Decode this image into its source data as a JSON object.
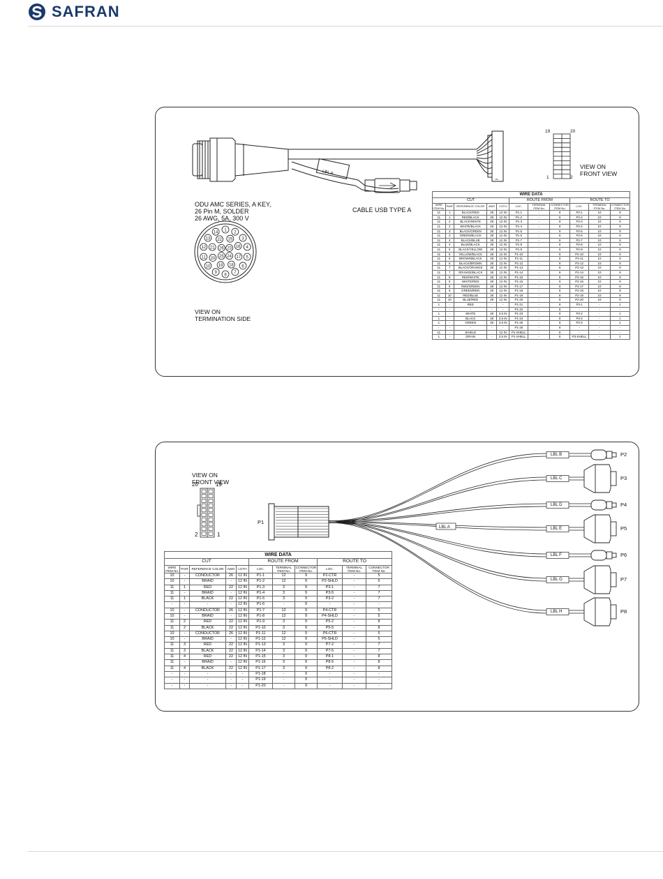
{
  "header": {
    "logo_text": "SAFRAN",
    "logo_icon": "safran-s-mark-icon",
    "brand_color": "#1b3a6b"
  },
  "diagram1": {
    "connector_desc": [
      "ODU AMC SERIES, A KEY,",
      "26 Pin M, SOLDER",
      "26 AWG, 5A, 300 V"
    ],
    "usb_label": "CABLE USB TYPE A",
    "view_termination": [
      "VIEW ON",
      "TERMINATION SIDE"
    ],
    "view_front": [
      "VIEW ON",
      "FRONT VIEW"
    ],
    "lbl_a": "LBL A",
    "pin_19": "19",
    "pin_20": "20",
    "pin_1": "1",
    "pin_2": "2",
    "odu_pins": [
      "1",
      "2",
      "3",
      "4",
      "5",
      "6",
      "7",
      "8",
      "9",
      "10",
      "11",
      "12",
      "13",
      "14",
      "15",
      "16",
      "17",
      "18",
      "19",
      "20",
      "21",
      "22",
      "23",
      "24",
      "25",
      "26"
    ],
    "table": {
      "title": "WIRE DATA",
      "groups": [
        "CUT",
        "ROUTE FROM",
        "ROUTE TO"
      ],
      "headers": [
        "WIRE ITEM No.",
        "PAIR",
        "REFERENCE COLOR",
        "AWG",
        "LGTH",
        "LOC.",
        "TERMINAL ITEM No.",
        "CONNECTOR ITEM No.",
        "LOC.",
        "TERMINAL ITEM No.",
        "CONNECTOR ITEM No."
      ],
      "rows": [
        [
          "11",
          "1",
          "BLACK/RED",
          "28",
          "12 IN",
          "P1-1",
          "-",
          "8",
          "P2-1",
          "10",
          "9"
        ],
        [
          "11",
          "1",
          "RED/BLACK",
          "28",
          "12 IN",
          "P1-2",
          "-",
          "8",
          "P2-2",
          "10",
          "9"
        ],
        [
          "11",
          "2",
          "BLACK/WHITE",
          "28",
          "12 IN",
          "P1-3",
          "-",
          "8",
          "P2-3",
          "10",
          "9"
        ],
        [
          "11",
          "2",
          "WHITE/BLACK",
          "28",
          "12 IN",
          "P1-4",
          "-",
          "8",
          "P2-4",
          "10",
          "9"
        ],
        [
          "11",
          "3",
          "BLACK/GREEN",
          "28",
          "12 IN",
          "P1-5",
          "-",
          "8",
          "P2-5",
          "10",
          "9"
        ],
        [
          "11",
          "3",
          "GREEN/BLACK",
          "28",
          "12 IN",
          "P1-6",
          "-",
          "8",
          "P2-6",
          "10",
          "9"
        ],
        [
          "11",
          "4",
          "BLACK/BLUE",
          "28",
          "12 IN",
          "P1-7",
          "-",
          "8",
          "P2-7",
          "10",
          "9"
        ],
        [
          "11",
          "4",
          "BLUE/BLACK",
          "28",
          "12 IN",
          "P1-8",
          "-",
          "8",
          "P2-8",
          "10",
          "9"
        ],
        [
          "11",
          "5",
          "BLACK/YELLOW",
          "28",
          "12 IN",
          "P1-9",
          "-",
          "8",
          "P2-9",
          "10",
          "9"
        ],
        [
          "11",
          "5",
          "YELLOW/BLACK",
          "28",
          "12 IN",
          "P1-10",
          "-",
          "8",
          "P2-10",
          "10",
          "9"
        ],
        [
          "11",
          "6",
          "BROWN/BLACK",
          "28",
          "12 IN",
          "P1-11",
          "-",
          "8",
          "P2-11",
          "10",
          "9"
        ],
        [
          "11",
          "6",
          "BLACK/BROWN",
          "28",
          "12 IN",
          "P1-12",
          "-",
          "8",
          "P2-12",
          "10",
          "9"
        ],
        [
          "11",
          "7",
          "BLACK/ORANGE",
          "28",
          "12 IN",
          "P1-13",
          "-",
          "8",
          "P2-13",
          "10",
          "9"
        ],
        [
          "11",
          "7",
          "ORANGE/BLACK",
          "28",
          "12 IN",
          "P1-14",
          "-",
          "8",
          "P2-14",
          "10",
          "9"
        ],
        [
          "11",
          "8",
          "RED/WHITE",
          "28",
          "12 IN",
          "P1-15",
          "-",
          "8",
          "P2-15",
          "10",
          "9"
        ],
        [
          "11",
          "8",
          "WHITE/RED",
          "28",
          "12 IN",
          "P1-16",
          "-",
          "8",
          "P2-16",
          "10",
          "9"
        ],
        [
          "11",
          "9",
          "RED/GREEN",
          "28",
          "12 IN",
          "P1-17",
          "-",
          "8",
          "P2-17",
          "10",
          "9"
        ],
        [
          "11",
          "9",
          "GREEN/RED",
          "28",
          "12 IN",
          "P1-18",
          "-",
          "8",
          "P2-18",
          "10",
          "9"
        ],
        [
          "11",
          "10",
          "RED/BLUE",
          "28",
          "12 IN",
          "P1-19",
          "-",
          "8",
          "P2-19",
          "10",
          "9"
        ],
        [
          "11",
          "10",
          "BLUE/RED",
          "28",
          "12 IN",
          "P1-20",
          "-",
          "8",
          "P2-20",
          "10",
          "9"
        ],
        [
          "1",
          "-",
          "RED",
          "-",
          "-",
          "P1-21",
          "-",
          "8",
          "P3-1",
          "-",
          "1"
        ],
        [
          "-",
          "-",
          "-",
          "-",
          "-",
          "P1-22",
          "-",
          "8",
          "-",
          "-",
          "-"
        ],
        [
          "1",
          "-",
          "WHITE",
          "28",
          "3.5 IN",
          "P1-23",
          "-",
          "8",
          "P3-2",
          "-",
          "1"
        ],
        [
          "1",
          "-",
          "BLACK",
          "28",
          "3.5 IN",
          "P1-24",
          "-",
          "8",
          "P3-4",
          "-",
          "1"
        ],
        [
          "1",
          "-",
          "GREEN",
          "28",
          "3.5 IN",
          "P1-25",
          "-",
          "8",
          "P3-3",
          "-",
          "1"
        ],
        [
          "-",
          "-",
          "-",
          "-",
          "-",
          "P1-26",
          "-",
          "8",
          "-",
          "-",
          "-"
        ],
        [
          "11",
          "-",
          "SHIELD",
          "-",
          "12 IN",
          "P1-SHELL",
          "-",
          "8",
          "-",
          "-",
          "-"
        ],
        [
          "1",
          "-",
          "DRAIN",
          "-",
          "3.5 IN",
          "P1-SHELL",
          "-",
          "8",
          "P3-SHELL",
          "-",
          "1"
        ]
      ]
    }
  },
  "diagram2": {
    "view_front": [
      "VIEW ON",
      "FRONT VIEW"
    ],
    "pin_20": "20",
    "pin_19": "19",
    "pin_2": "2",
    "pin_1": "1",
    "p1": "P1",
    "lbl_a": "LBL A",
    "branches": [
      {
        "label": "LBL B",
        "connector": "P2"
      },
      {
        "label": "LBL C",
        "connector": "P3"
      },
      {
        "label": "LBL D",
        "connector": "P4"
      },
      {
        "label": "LBL E",
        "connector": "P5"
      },
      {
        "label": "LBL F",
        "connector": "P6"
      },
      {
        "label": "LBL G",
        "connector": "P7"
      },
      {
        "label": "LBL H",
        "connector": "P8"
      }
    ],
    "table": {
      "title": "WIRE DATA",
      "groups": [
        "CUT",
        "ROUTE FROM",
        "ROUTE TO"
      ],
      "headers": [
        "WIRE ITEM No.",
        "PAIR",
        "REFERENCE COLOR",
        "AWG",
        "LGTH",
        "LOC.",
        "TERMINAL ITEM No.",
        "CONNECTOR ITEM No.",
        "LOC.",
        "TERMINAL ITEM No.",
        "CONNECTOR ITEM No."
      ],
      "rows": [
        [
          "10",
          "-",
          "CONDUCTOR",
          "26",
          "12 IN",
          "P1-1",
          "12",
          "9",
          "P2-CTR",
          "-",
          "5"
        ],
        [
          "10",
          "-",
          "BRAID",
          "-",
          "12 IN",
          "P1-2",
          "12",
          "9",
          "P2-SHLD",
          "-",
          "5"
        ],
        [
          "11",
          "1",
          "RED",
          "22",
          "12 IN",
          "P1-3",
          "3",
          "9",
          "P3-1",
          "-",
          "7"
        ],
        [
          "11",
          "-",
          "BRAID",
          "-",
          "12 IN",
          "P1-4",
          "3",
          "9",
          "P3-5",
          "-",
          "7"
        ],
        [
          "11",
          "1",
          "BLACK",
          "22",
          "12 IN",
          "P1-5",
          "3",
          "9",
          "P3-2",
          "-",
          "7"
        ],
        [
          "-",
          "-",
          "-",
          "-",
          "12 IN",
          "P1-6",
          "-",
          "9",
          "-",
          "-",
          "-"
        ],
        [
          "10",
          "-",
          "CONDUCTOR",
          "26",
          "12 IN",
          "P1-7",
          "12",
          "9",
          "P4-CTR",
          "-",
          "5"
        ],
        [
          "10",
          "-",
          "BRAID",
          "-",
          "12 IN",
          "P1-8",
          "12",
          "9",
          "P4-SHLD",
          "-",
          "5"
        ],
        [
          "11",
          "2",
          "RED",
          "22",
          "12 IN",
          "P1-9",
          "3",
          "9",
          "P5-2",
          "-",
          "8"
        ],
        [
          "11",
          "2",
          "BLACK",
          "22",
          "12 IN",
          "P1-10",
          "3",
          "9",
          "P5-5",
          "-",
          "8"
        ],
        [
          "10",
          "-",
          "CONDUCTOR",
          "26",
          "12 IN",
          "P1-11",
          "12",
          "9",
          "P6-CTR",
          "-",
          "5"
        ],
        [
          "10",
          "-",
          "BRAID",
          "-",
          "12 IN",
          "P1-12",
          "12",
          "9",
          "P6-SHLD",
          "-",
          "5"
        ],
        [
          "11",
          "3",
          "RED",
          "22",
          "12 IN",
          "P1-13",
          "3",
          "9",
          "P7-2",
          "-",
          "7"
        ],
        [
          "11",
          "3",
          "BLACK",
          "22",
          "12 IN",
          "P1-14",
          "3",
          "9",
          "P7-5",
          "-",
          "7"
        ],
        [
          "11",
          "4",
          "RED",
          "22",
          "12 IN",
          "P1-15",
          "3",
          "9",
          "P8-1",
          "-",
          "8"
        ],
        [
          "11",
          "-",
          "BRAID",
          "-",
          "12 IN",
          "P1-16",
          "3",
          "9",
          "P8-5",
          "-",
          "8"
        ],
        [
          "11",
          "4",
          "BLACK",
          "22",
          "12 IN",
          "P1-17",
          "3",
          "9",
          "P8-2",
          "-",
          "8"
        ],
        [
          "-",
          "-",
          "-",
          "-",
          "-",
          "P1-18",
          "-",
          "9",
          "-",
          "-",
          "-"
        ],
        [
          "-",
          "-",
          "-",
          "-",
          "-",
          "P1-19",
          "-",
          "9",
          "-",
          "-",
          "-"
        ],
        [
          "-",
          "-",
          "-",
          "-",
          "-",
          "P1-20",
          "-",
          "9",
          "-",
          "-",
          "-"
        ]
      ]
    }
  }
}
